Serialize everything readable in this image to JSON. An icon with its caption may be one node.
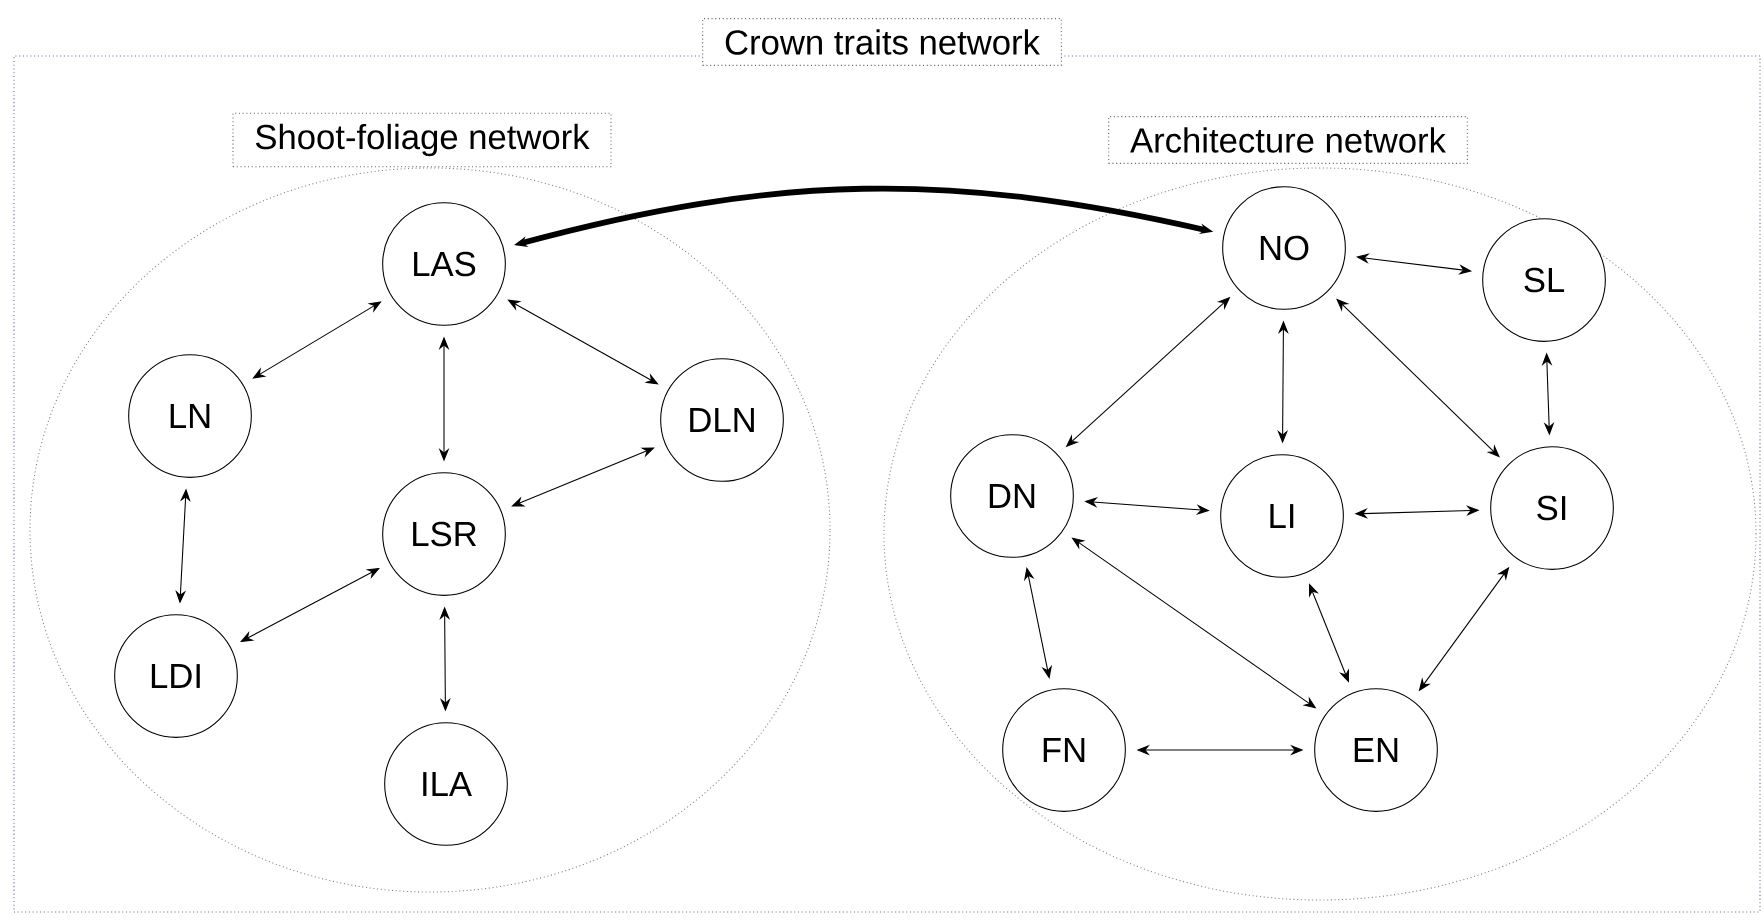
{
  "diagram": {
    "nodes": [
      {
        "text": [
          "Crown traits network"
        ]
      },
      {
        "text": [
          "Shoot-foliage network"
        ],
        "in": 0
      },
      {
        "text": [
          "LAS"
        ],
        "in": 1
      },
      {
        "text": [
          "LN"
        ],
        "in": 1
      },
      {
        "text": [
          "DLN"
        ],
        "in": 1
      },
      {
        "text": [
          "LSR"
        ],
        "in": 1
      },
      {
        "text": [
          "LDI"
        ],
        "in": 1
      },
      {
        "text": [
          "ILA"
        ],
        "in": 1
      },
      {
        "text": [
          "Architecture network"
        ],
        "in": 0
      },
      {
        "text": [
          "NO"
        ],
        "in": 8
      },
      {
        "text": [
          "SL"
        ],
        "in": 8
      },
      {
        "text": [
          "DN"
        ],
        "in": 8
      },
      {
        "text": [
          "LI"
        ],
        "in": 8
      },
      {
        "text": [
          "SI"
        ],
        "in": 8
      },
      {
        "text": [
          "FN"
        ],
        "in": 8
      },
      {
        "text": [
          "EN"
        ],
        "in": 8
      }
    ],
    "edges": [
      {
        "from": 2,
        "to": 3,
        "arrow": "both"
      },
      {
        "from": 2,
        "to": 5,
        "arrow": "both"
      },
      {
        "from": 2,
        "to": 4,
        "arrow": "both"
      },
      {
        "from": 3,
        "to": 6,
        "arrow": "both"
      },
      {
        "from": 5,
        "to": 4,
        "arrow": "both"
      },
      {
        "from": 5,
        "to": 6,
        "arrow": "both"
      },
      {
        "from": 5,
        "to": 7,
        "arrow": "both"
      },
      {
        "from": 2,
        "to": 9,
        "arrow": "both",
        "style": "thick"
      },
      {
        "from": 9,
        "to": 10,
        "arrow": "both"
      },
      {
        "from": 9,
        "to": 11,
        "arrow": "both"
      },
      {
        "from": 9,
        "to": 12,
        "arrow": "both"
      },
      {
        "from": 9,
        "to": 13,
        "arrow": "both"
      },
      {
        "from": 10,
        "to": 13,
        "arrow": "both"
      },
      {
        "from": 11,
        "to": 12,
        "arrow": "both"
      },
      {
        "from": 12,
        "to": 13,
        "arrow": "both"
      },
      {
        "from": 11,
        "to": 14,
        "arrow": "both"
      },
      {
        "from": 11,
        "to": 15,
        "arrow": "both"
      },
      {
        "from": 12,
        "to": 15,
        "arrow": "both"
      },
      {
        "from": 13,
        "to": 15,
        "arrow": "both"
      },
      {
        "from": 14,
        "to": 15,
        "arrow": "both"
      }
    ]
  }
}
